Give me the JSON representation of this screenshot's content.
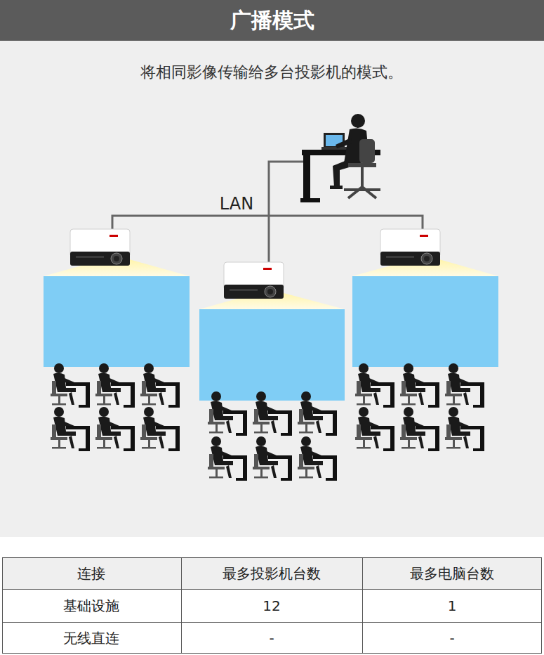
{
  "diagram": {
    "title": "广播模式",
    "labels": [
      "将相同影像传输给多台投影机的模式。",
      "LAN",
      "连接",
      "最多投影机台数",
      "最多电脑台数",
      "基础设施",
      "12",
      "1",
      "无线直连",
      "-",
      "-"
    ]
  }
}
